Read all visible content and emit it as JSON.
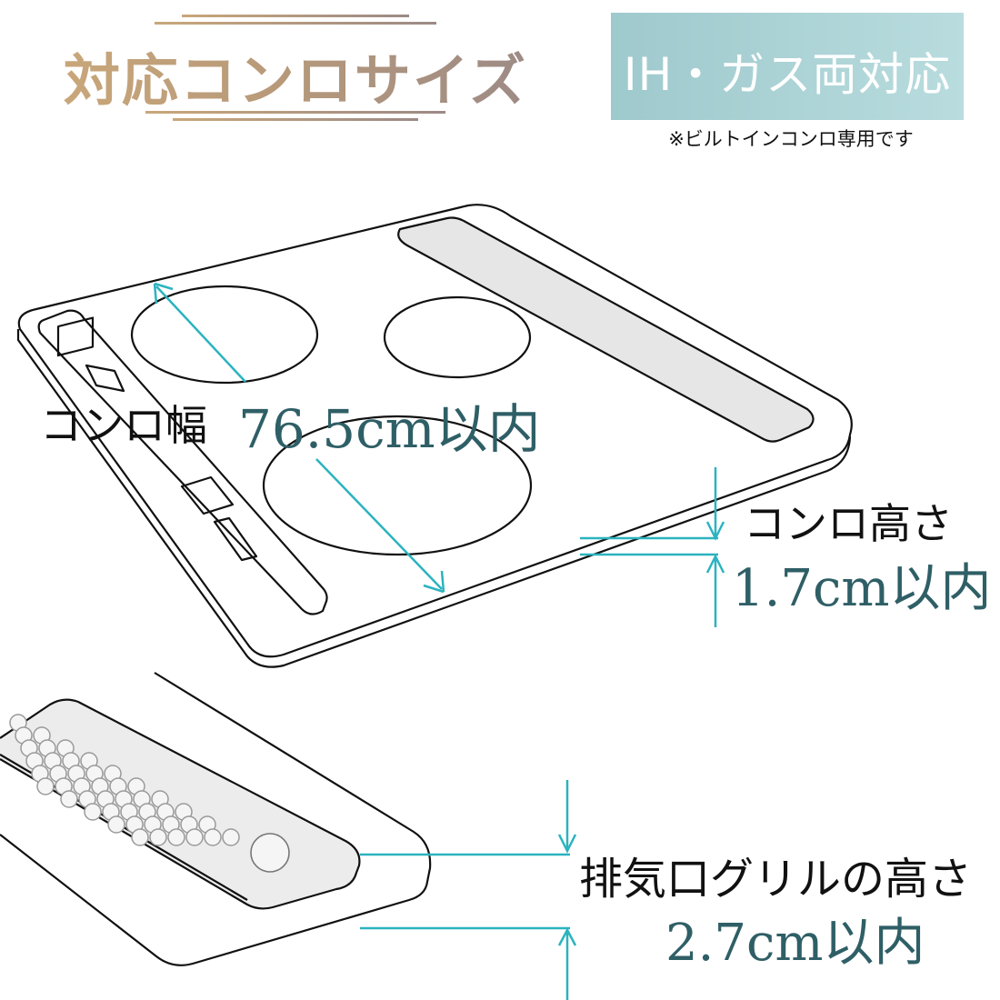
{
  "title": "対応コンロサイズ",
  "badge": {
    "text": "IH・ガス両対応",
    "note": "※ビルトインコンロ専用です"
  },
  "width": {
    "label": "コンロ幅",
    "value": "76.5cm以内"
  },
  "stove_height": {
    "label": "コンロ高さ",
    "value": "1.7cm以内"
  },
  "grill_height": {
    "label": "排気口グリルの高さ",
    "value": "2.7cm以内"
  },
  "colors": {
    "accent_teal": "#2bb3bf",
    "text_teal": "#2f5f66",
    "gold": "#c9a77a",
    "badge_bg": "#a9d2d5"
  }
}
